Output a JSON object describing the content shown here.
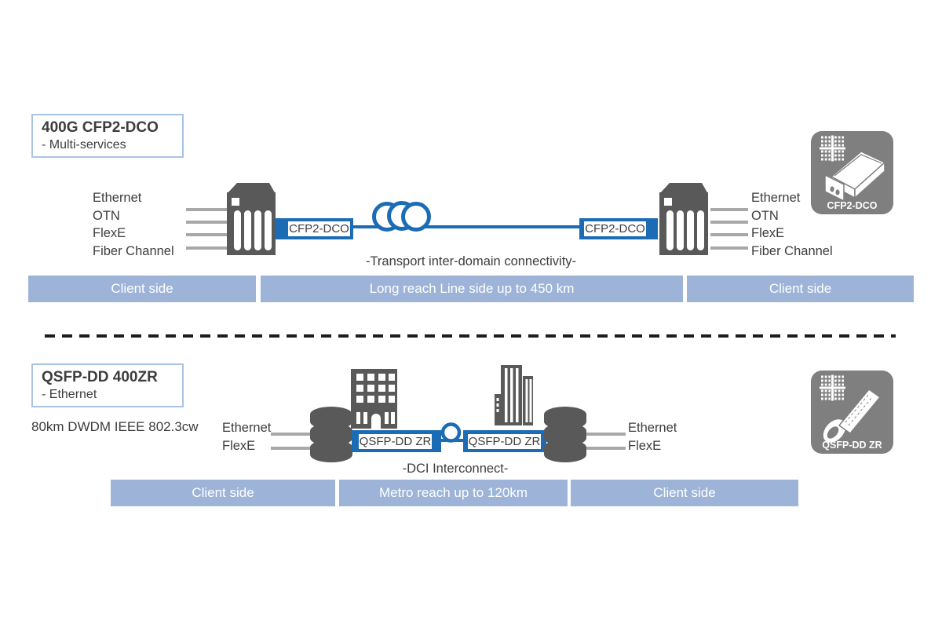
{
  "colors": {
    "accent_blue": "#1b6cb5",
    "bar_blue": "#9db4d8",
    "icon_gray": "#595959",
    "badge_gray": "#7f7f7f",
    "connector_line_gray": "#a8a8a8",
    "text_gray": "#3d3d3d",
    "box_border_blue": "#a9c3e4"
  },
  "top": {
    "box_title": "400G CFP2-DCO",
    "box_subtitle": "- Multi-services",
    "services_left": [
      "Ethernet",
      "OTN",
      "FlexE",
      "Fiber Channel"
    ],
    "services_right": [
      "Ethernet",
      "OTN",
      "FlexE",
      "Fiber Channel"
    ],
    "module_left": "CFP2-DCO",
    "module_right": "CFP2-DCO",
    "caption": "-Transport inter-domain connectivity-",
    "badge": "CFP2-DCO",
    "bars": [
      "Client side",
      "Long reach Line side up to 450 km",
      "Client side"
    ]
  },
  "bottom": {
    "box_title": "QSFP-DD 400ZR",
    "box_subtitle": "- Ethernet",
    "spec": "80km DWDM IEEE 802.3cw",
    "services_left": [
      "Ethernet",
      "FlexE"
    ],
    "services_right": [
      "Ethernet",
      "FlexE"
    ],
    "module_left": "QSFP-DD ZR",
    "module_right": "QSFP-DD ZR",
    "caption": "-DCI Interconnect-",
    "badge": "QSFP-DD ZR",
    "bars": [
      "Client side",
      "Metro reach up to 120km",
      "Client side"
    ]
  }
}
